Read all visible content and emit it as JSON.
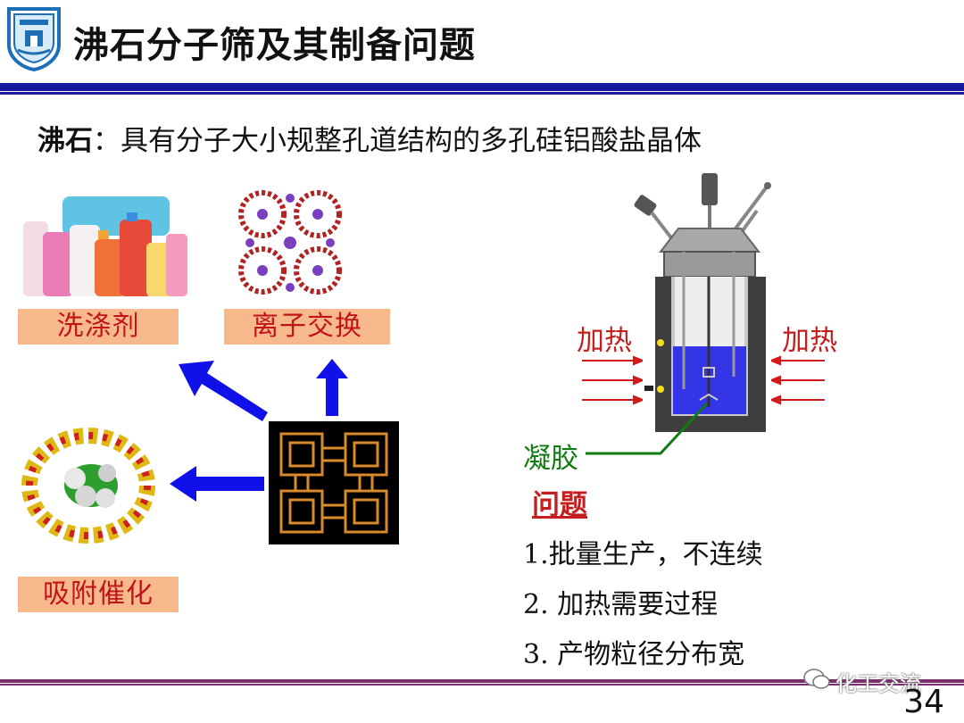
{
  "slide": {
    "title": "沸石分子筛及其制备问题",
    "definition_term": "沸石",
    "definition_text": "：具有分子大小规整孔道结构的多孔硅铝酸盐晶体",
    "page_number": "34",
    "watermark": "化工交流"
  },
  "applications": {
    "detergent": "洗涤剂",
    "ion_exchange": "离子交换",
    "adsorption_catalysis": "吸附催化"
  },
  "reactor": {
    "heat_left": "加热",
    "heat_right": "加热",
    "gel": "凝胶"
  },
  "problems": {
    "heading": "问题",
    "items": [
      "1.批量生产，不连续",
      "2. 加热需要过程",
      "3. 产物粒径分布宽"
    ]
  },
  "colors": {
    "title_rule": "#1a1a9e",
    "footer_rule": "#7b2d6e",
    "label_fill": "#f7b98c",
    "label_text": "#c0141a",
    "arrow_blue": "#1010e8",
    "heat_red": "#c41e1e",
    "gel_green": "#127a12"
  },
  "icons": [
    "university-logo-icon",
    "detergent-bottles-image",
    "ion-exchange-zeolite-image",
    "zeolite-framework-image",
    "adsorption-molecule-image",
    "autoclave-reactor-diagram"
  ]
}
